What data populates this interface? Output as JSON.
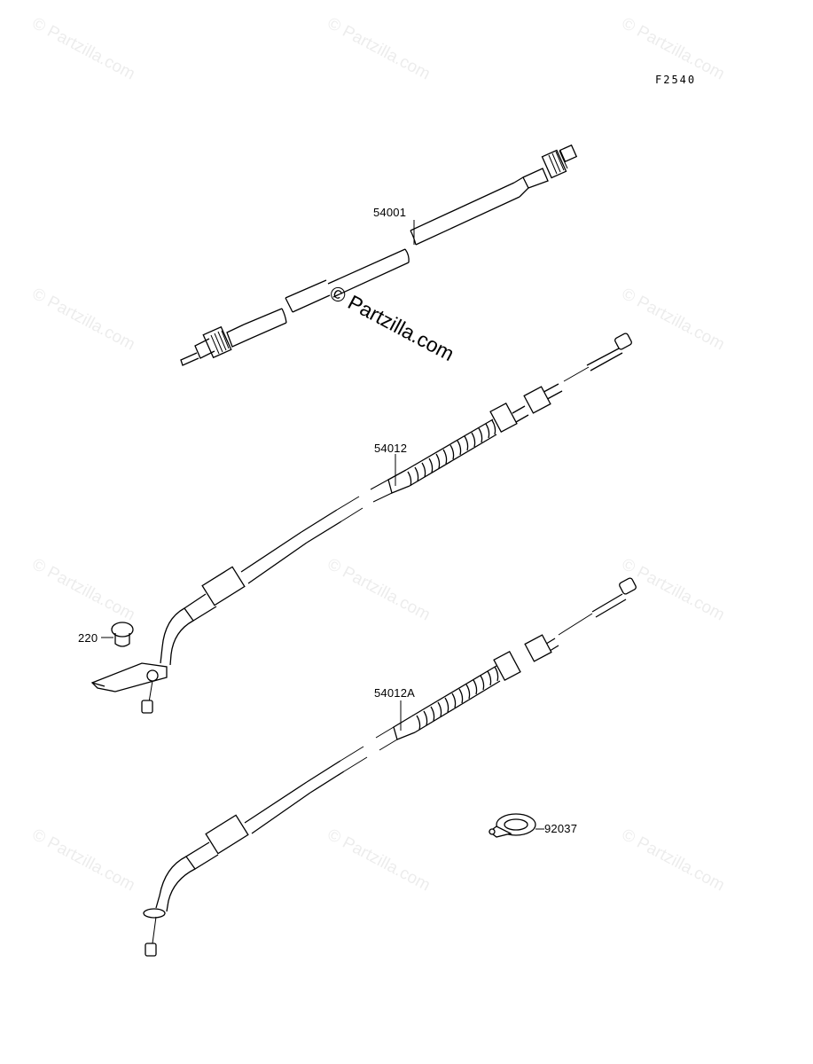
{
  "figure_code": "F2540",
  "watermark": "© Partzilla.com",
  "parts": {
    "speedometer_cable": "54001",
    "clutch_cable": "54012",
    "throttle_cable": "54012A",
    "bolt": "220",
    "clamp": "92037"
  }
}
